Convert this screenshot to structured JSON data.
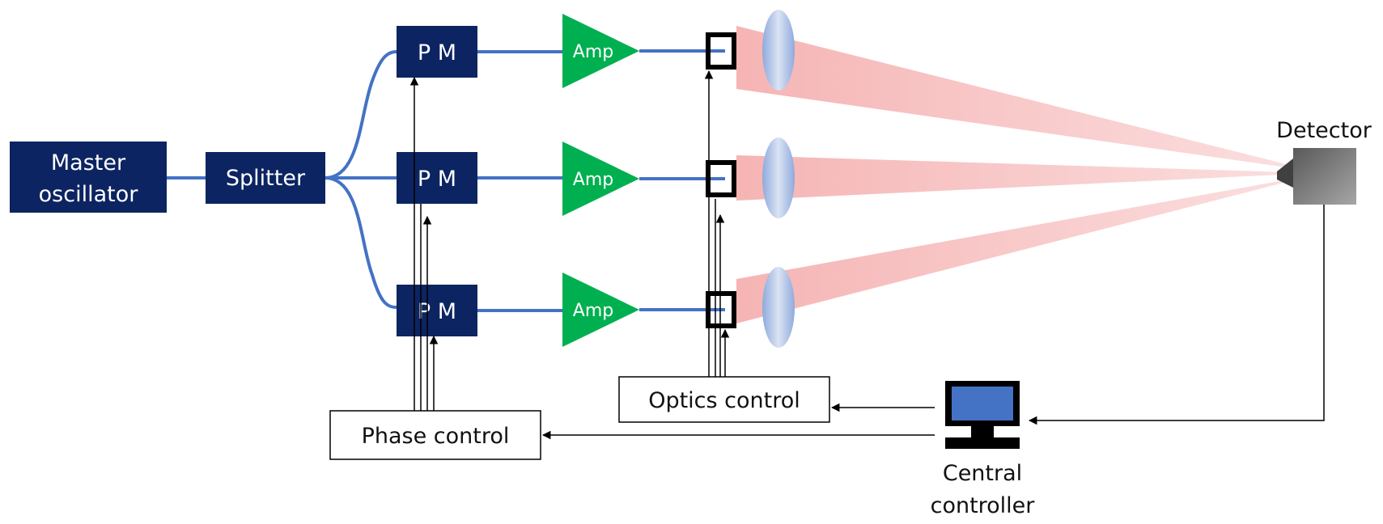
{
  "diagram": {
    "master_oscillator": {
      "line1": "Master",
      "line2": "oscillator"
    },
    "splitter": "Splitter",
    "phase_modulators": [
      "P M",
      "P M",
      "P M"
    ],
    "amplifiers": [
      "Amp",
      "Amp",
      "Amp"
    ],
    "detector": "Detector",
    "phase_control": "Phase control",
    "optics_control": "Optics control",
    "central_controller": {
      "line1": "Central",
      "line2": "controller"
    }
  },
  "colors": {
    "dark_box": "#0c2461",
    "fiber": "#4472c4",
    "amplifier": "#00b050",
    "beam": "#f4a7a7",
    "lens": "#b4c7e7",
    "monitor_screen": "#4472c4",
    "detector": "#7f7f7f"
  }
}
